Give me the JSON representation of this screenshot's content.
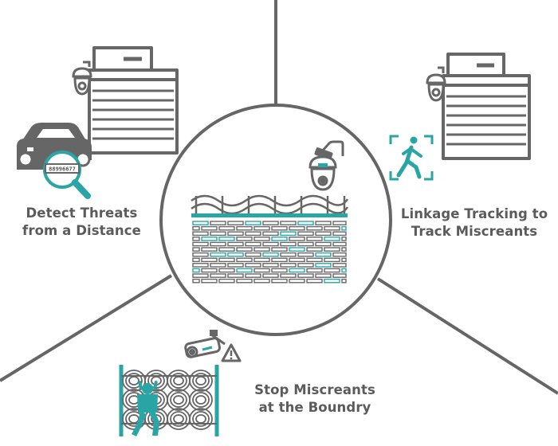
{
  "captions": {
    "detect": {
      "line1": "Detect Threats",
      "line2": "from a Distance"
    },
    "linkage": {
      "line1": "Linkage Tracking to",
      "line2": "Track Miscreants"
    },
    "stop": {
      "line1": "Stop Miscreants",
      "line2": "at the Boundry"
    }
  },
  "plate_text": "88996677",
  "colors": {
    "gray": "#666666",
    "teal": "#2aa5a5",
    "caption": "#5b5b5b"
  },
  "icons": [
    "building-icon",
    "dome-camera-icon",
    "car-icon",
    "magnifier-icon",
    "person-walking-icon",
    "wall-icon",
    "barbed-wire-icon",
    "bullet-camera-icon",
    "warning-icon",
    "person-climbing-icon"
  ]
}
